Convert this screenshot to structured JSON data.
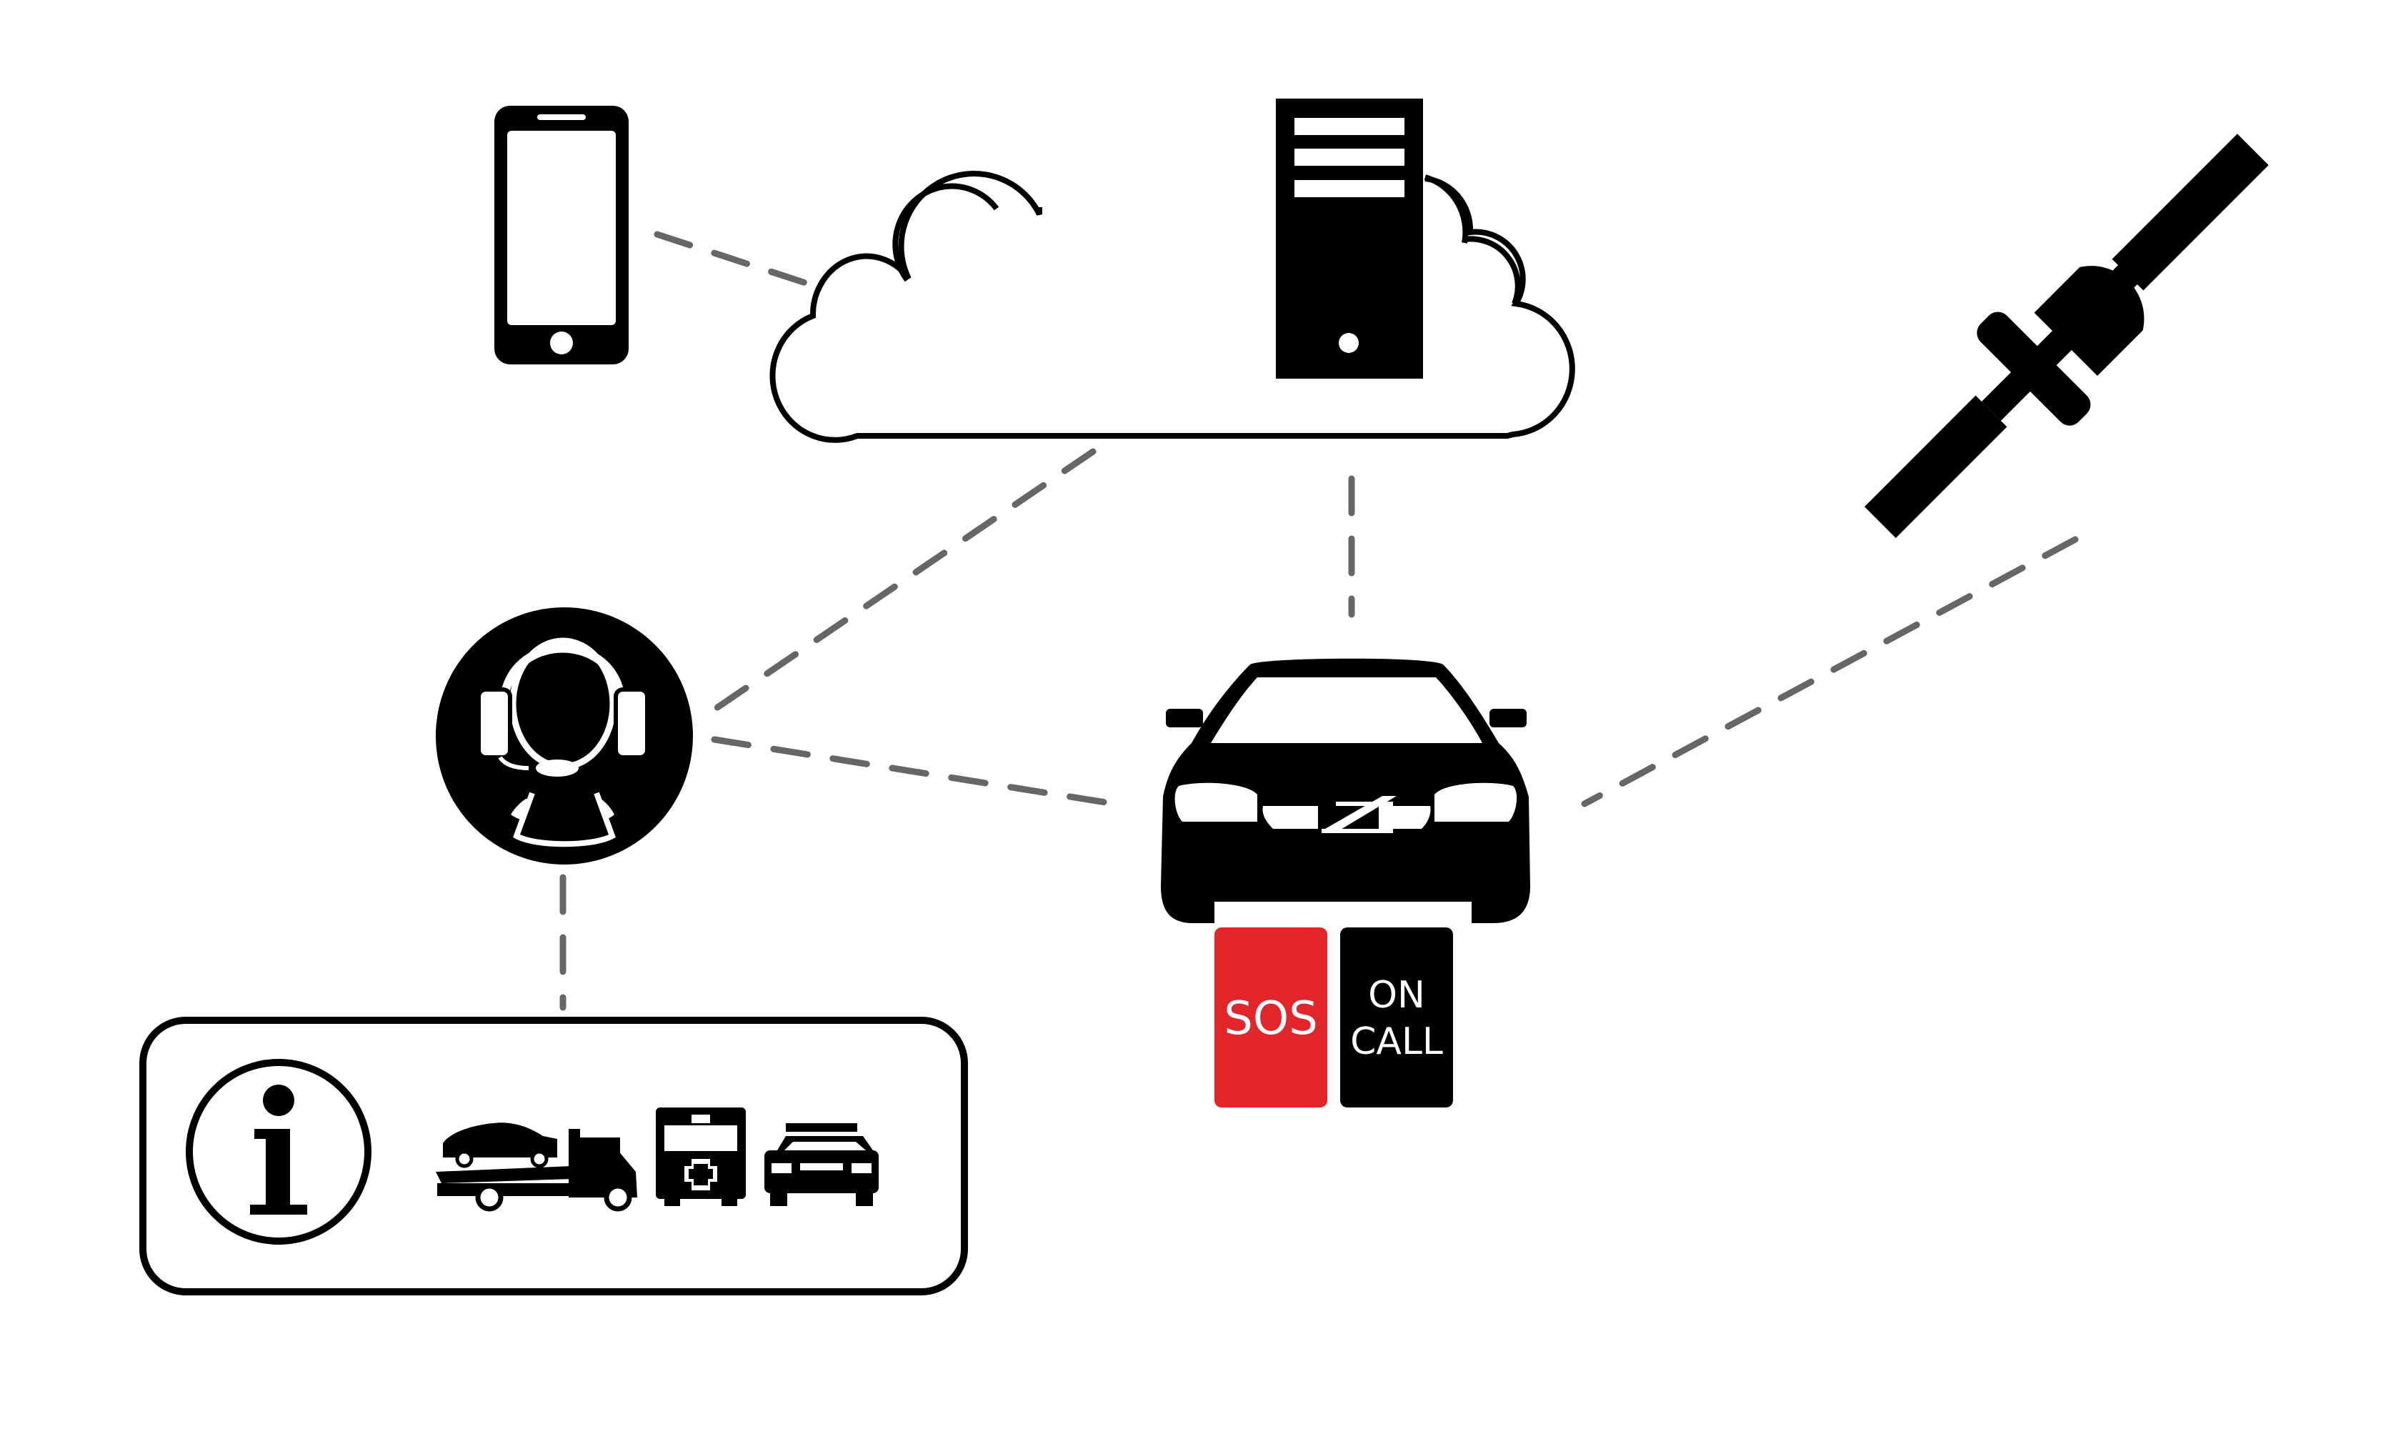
{
  "nodes": {
    "phone": {
      "icon": "smartphone-icon"
    },
    "cloud_server": {
      "icon": "cloud-server-icon"
    },
    "satellite": {
      "icon": "satellite-icon"
    },
    "operator": {
      "icon": "call-center-operator-icon"
    },
    "car": {
      "icon": "car-front-icon"
    },
    "services_panel": {
      "icons": [
        "info-icon",
        "tow-truck-icon",
        "ambulance-icon",
        "police-car-icon"
      ]
    }
  },
  "buttons": {
    "sos": {
      "label": "SOS",
      "color": "#e1252b"
    },
    "on_call": {
      "line1": "ON",
      "line2": "CALL",
      "color": "#000000"
    }
  },
  "colors": {
    "icon": "#000000",
    "connector": "#666666",
    "background": "#ffffff"
  },
  "connections": [
    [
      "phone",
      "cloud_server"
    ],
    [
      "cloud_server",
      "operator"
    ],
    [
      "cloud_server",
      "car"
    ],
    [
      "operator",
      "car"
    ],
    [
      "satellite",
      "car"
    ],
    [
      "operator",
      "services_panel"
    ]
  ]
}
